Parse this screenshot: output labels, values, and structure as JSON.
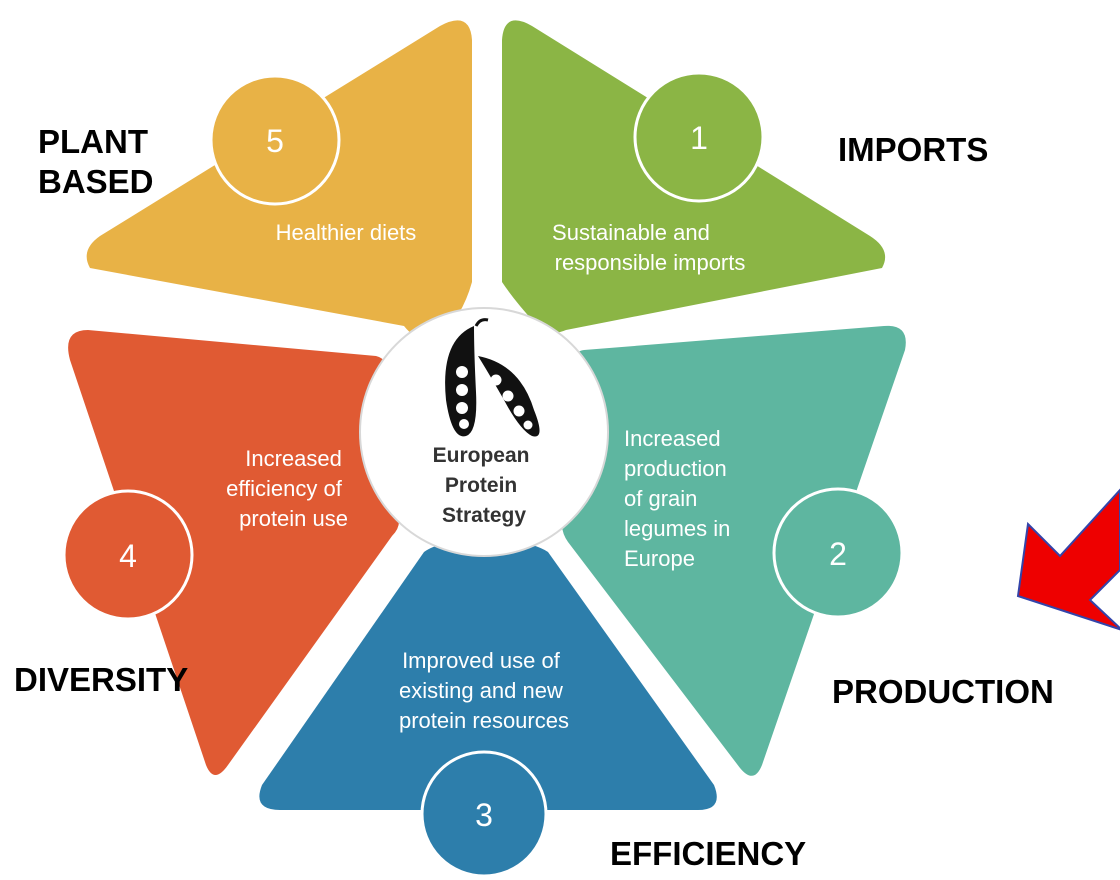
{
  "colors": {
    "segment_1": "#8bb545",
    "segment_2": "#5eb6a0",
    "segment_3": "#2d7eab",
    "segment_4": "#e05a33",
    "segment_5": "#e8b246",
    "arrow": "#ee0000",
    "center_text": "#333333",
    "external_label": "#000000"
  },
  "center": {
    "icon": "pea-pod-icon",
    "lines": [
      "European",
      "Protein",
      "Strategy"
    ]
  },
  "segments": [
    {
      "number": "1",
      "lines": [
        "Sustainable and",
        "responsible imports"
      ]
    },
    {
      "number": "2",
      "lines": [
        "Increased",
        "production",
        "of grain",
        "legumes in",
        "Europe"
      ]
    },
    {
      "number": "3",
      "lines": [
        "Improved use of",
        "existing and new",
        "protein resources"
      ]
    },
    {
      "number": "4",
      "lines": [
        "Increased",
        "efficiency of",
        "protein use"
      ]
    },
    {
      "number": "5",
      "lines": [
        "Healthier diets"
      ]
    }
  ],
  "labels": {
    "plant_based": [
      "PLANT",
      "BASED"
    ],
    "imports": "IMPORTS",
    "diversity": "DIVERSITY",
    "production": "PRODUCTION",
    "efficiency": "EFFICIENCY"
  },
  "arrow_icon": "red-arrow-icon"
}
